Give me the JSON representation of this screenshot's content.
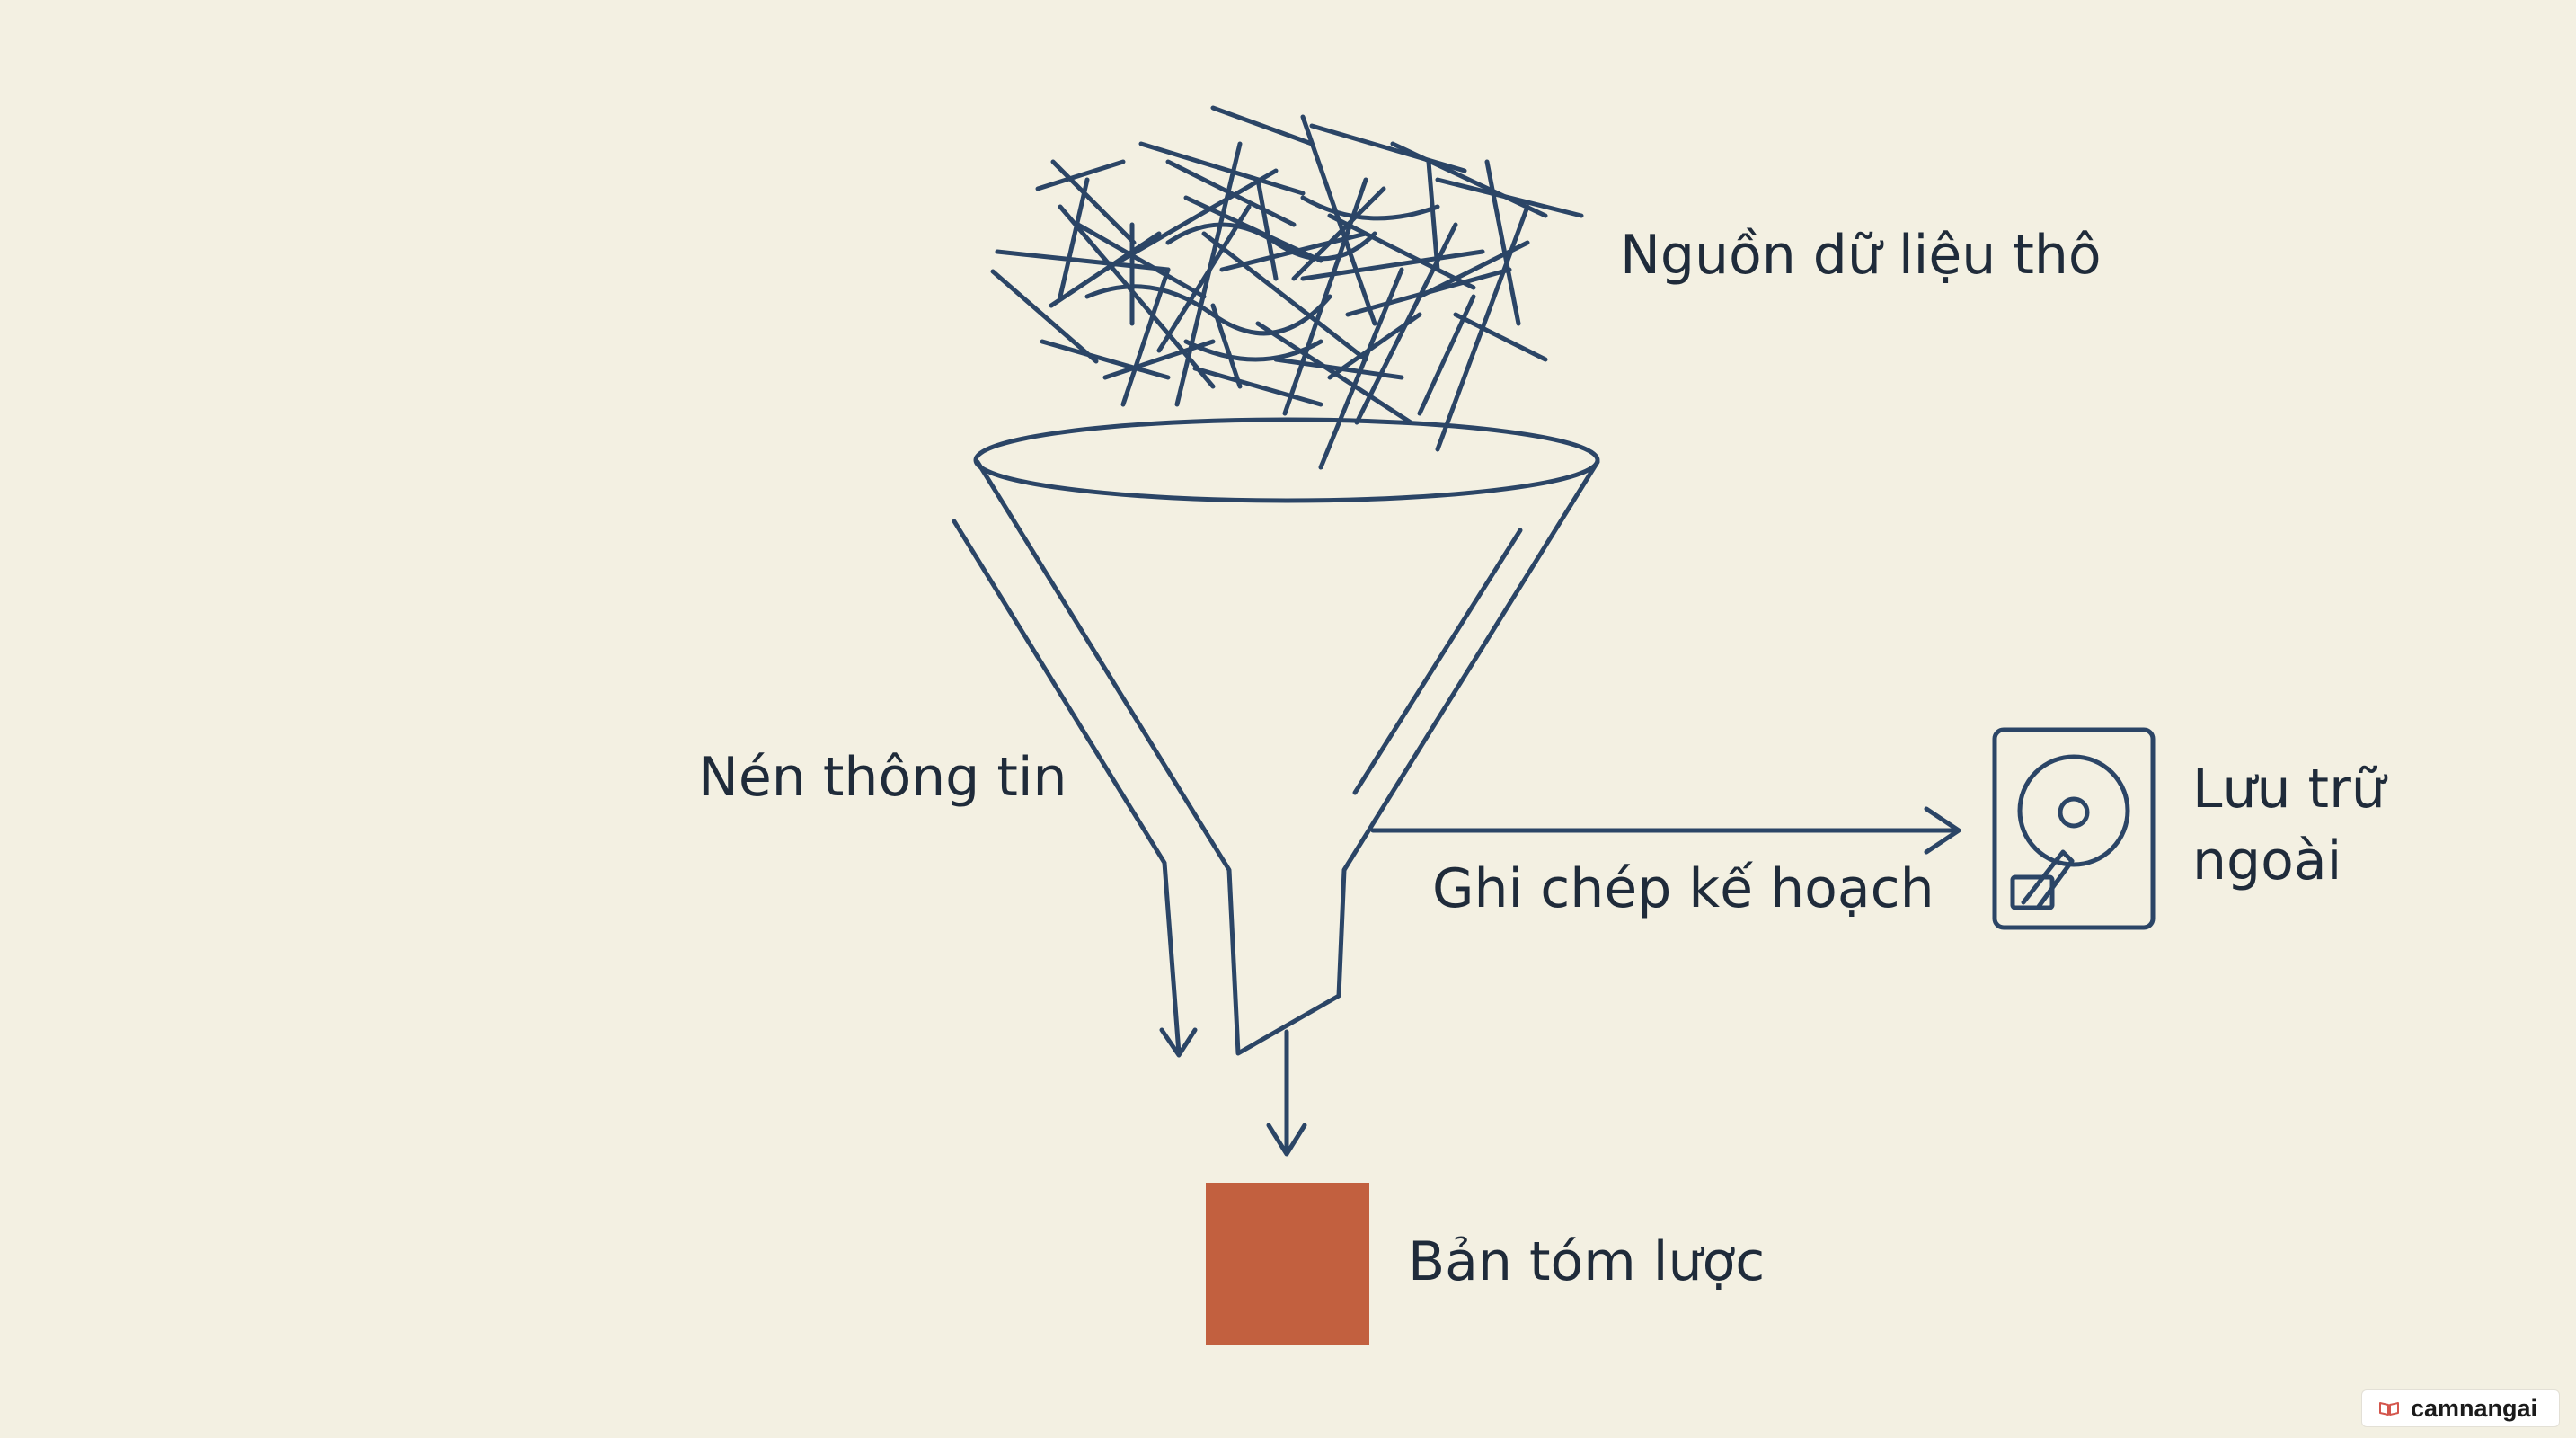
{
  "labels": {
    "raw_source": "Nguồn dữ liệu thô",
    "compress": "Nén thông tin",
    "planning_notes": "Ghi chép kế hoạch",
    "external_storage_line1": "Lưu trữ",
    "external_storage_line2": "ngoài",
    "summary": "Bản tóm lược"
  },
  "watermark": {
    "text": "camnangai",
    "icon": "book-icon"
  },
  "colors": {
    "background": "#f3f0e2",
    "stroke": "#2b4566",
    "summary_block": "#c2603f",
    "text": "#1f2b3a"
  }
}
